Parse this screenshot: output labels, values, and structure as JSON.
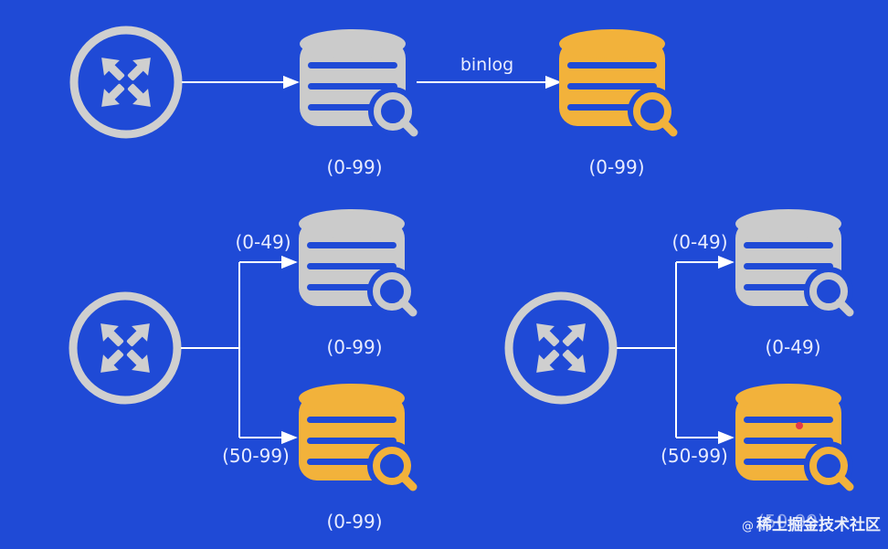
{
  "colors": {
    "background": "#1f4ad6",
    "line": "#ffffff",
    "router": "#cfcfcf",
    "db_gray": "#cbcbcb",
    "db_orange": "#f2b23b",
    "stripe": "#1f4ad6",
    "label": "#e8ecff",
    "marker": "#e23a4a"
  },
  "top": {
    "binlog_label": "binlog",
    "db1_range": "(0-99)",
    "db2_range": "(0-99)"
  },
  "bottom_left": {
    "upper_route_label": "(0-49)",
    "upper_db_range": "(0-99)",
    "lower_route_label": "(50-99)",
    "lower_db_range": "(0-99)"
  },
  "bottom_right": {
    "upper_route_label": "(0-49)",
    "upper_db_range": "(0-49)",
    "lower_route_label": "(50-99)",
    "lower_db_range": "(50-99)"
  },
  "watermark": {
    "prefix": "@",
    "text": "稀土掘金技术社区"
  }
}
